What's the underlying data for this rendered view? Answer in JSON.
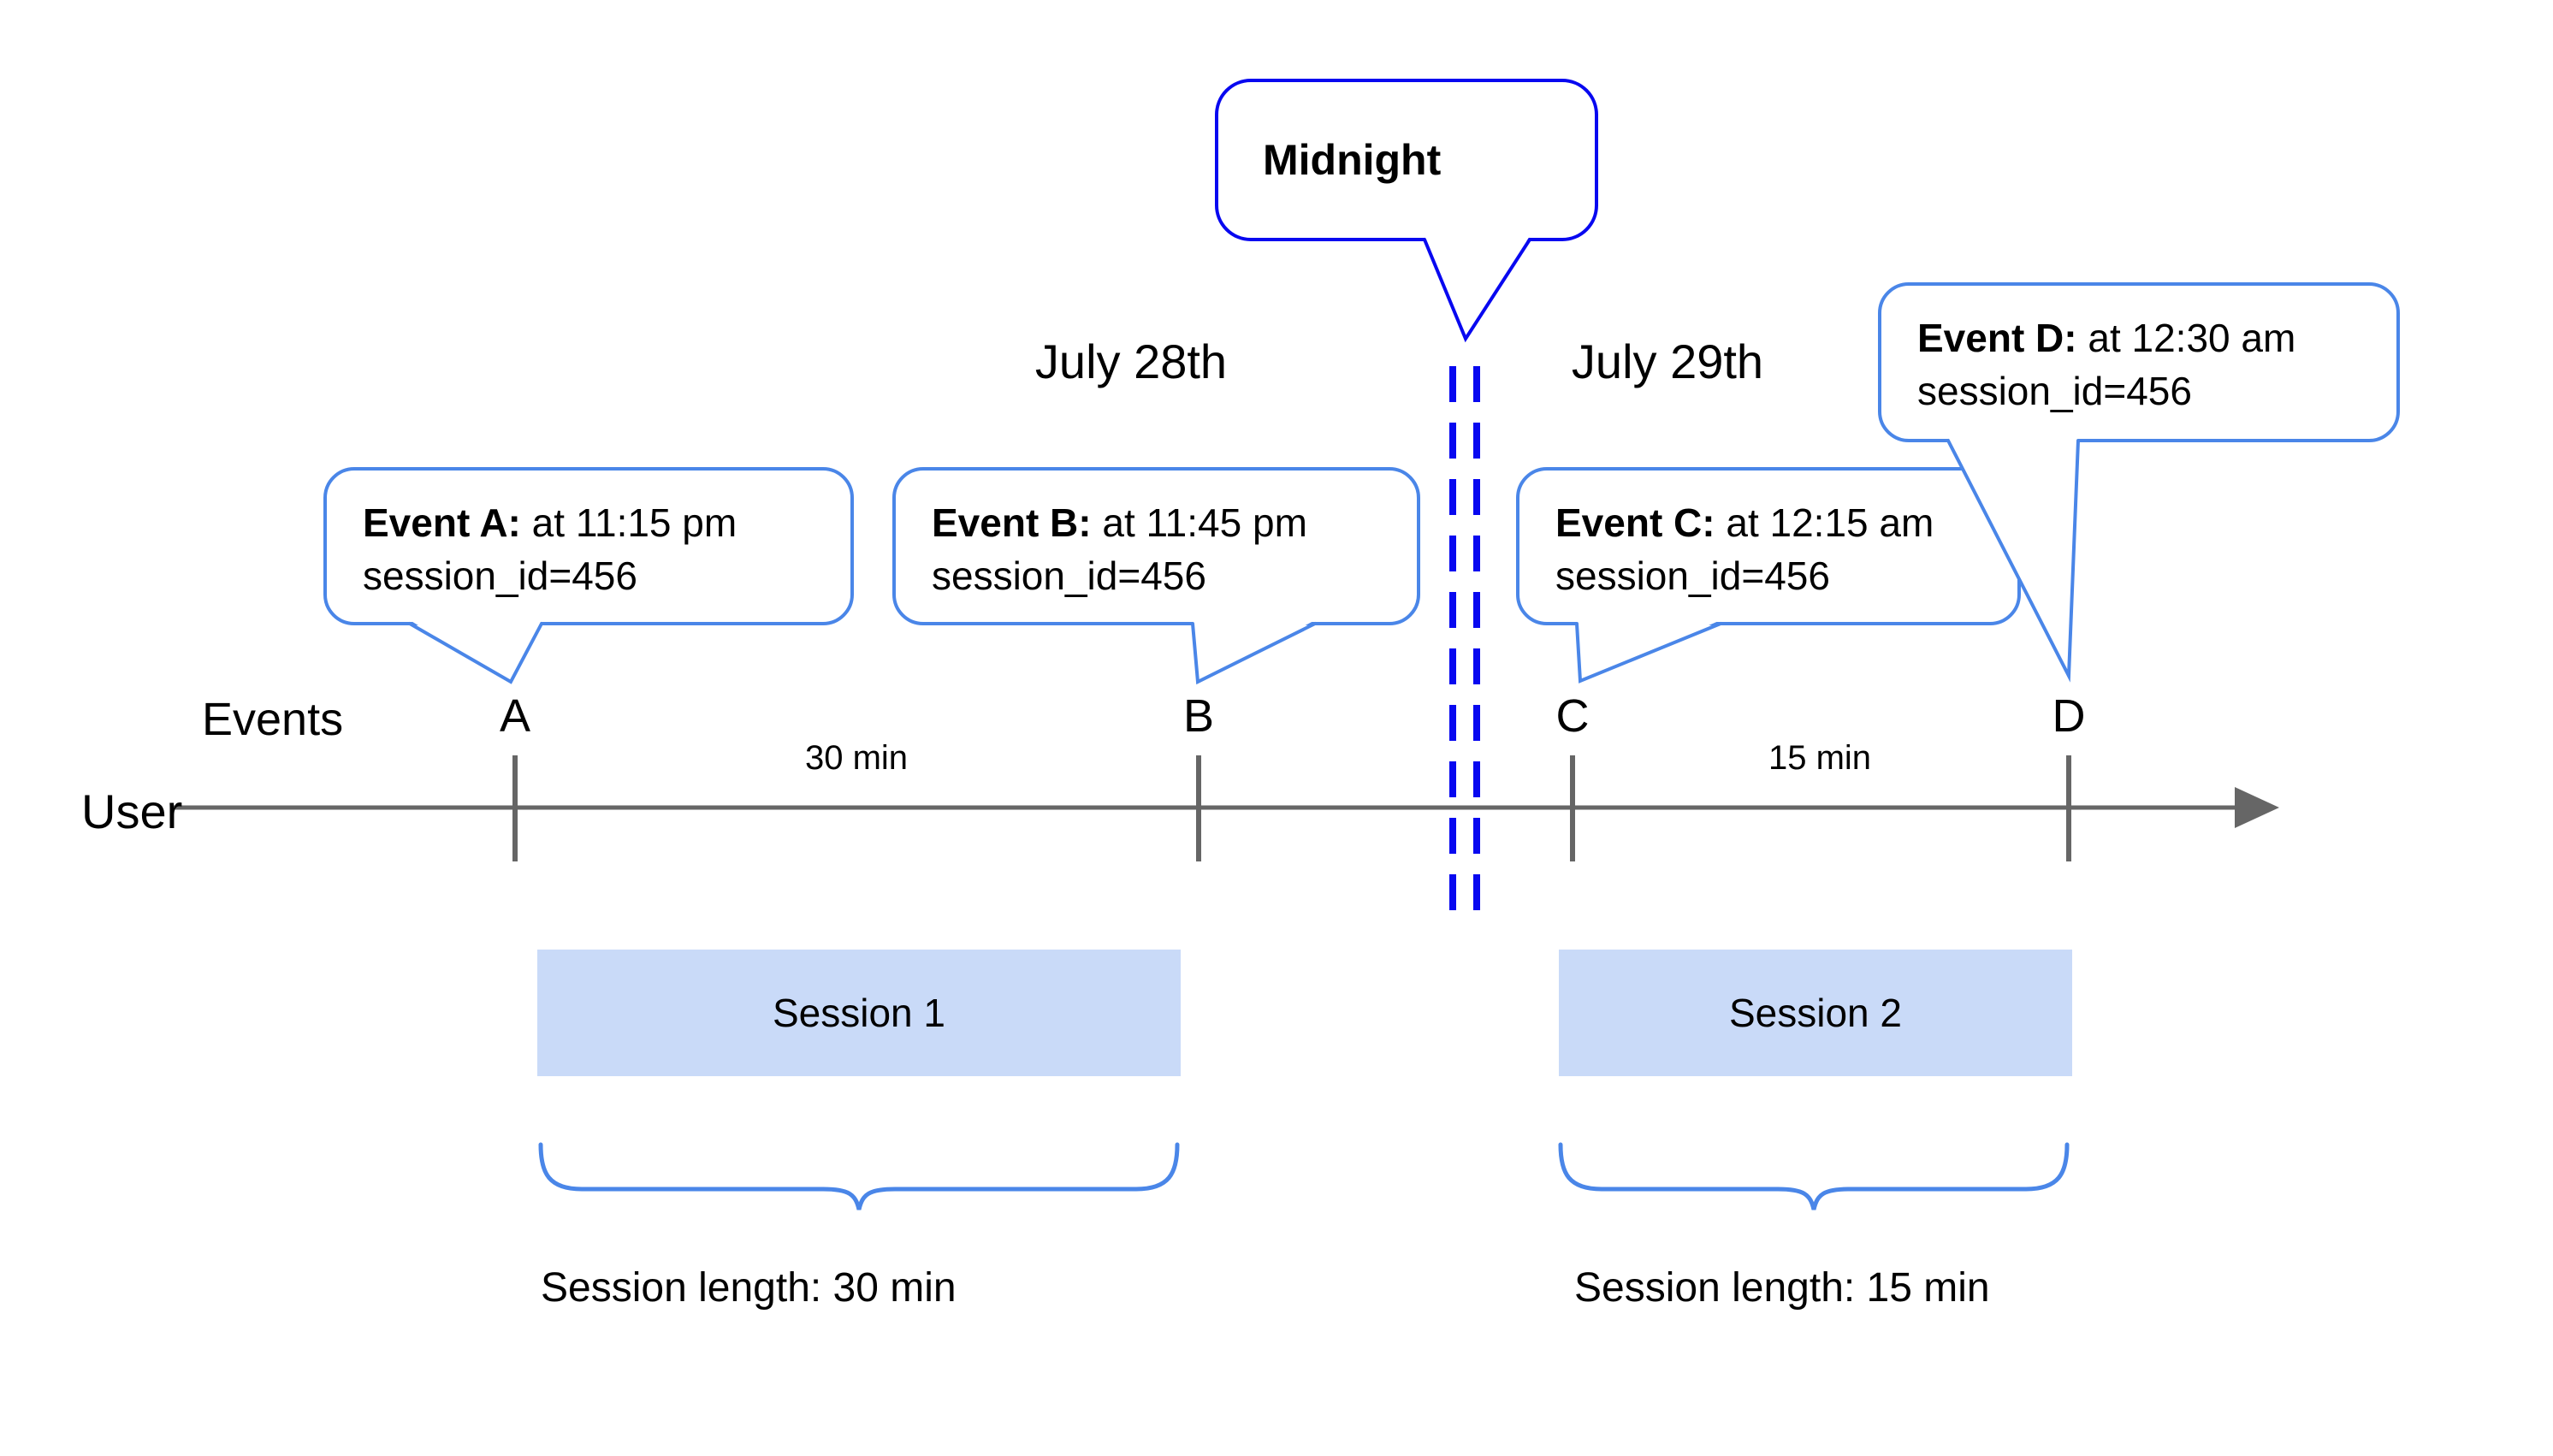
{
  "palette": {
    "accent": "#4a86e8",
    "pure_blue": "#0808f0",
    "line_gray": "#666666",
    "session_fill": "#c9daf8",
    "text": "#000000"
  },
  "dates": {
    "left": "July 28th",
    "right": "July 29th"
  },
  "midnight": {
    "label": "Midnight"
  },
  "events": [
    {
      "name": "Event A:",
      "detail": " at 11:15 pm",
      "session": "session_id=456"
    },
    {
      "name": "Event B:",
      "detail": " at 11:45 pm",
      "session": "session_id=456"
    },
    {
      "name": "Event C:",
      "detail": " at 12:15 am",
      "session": "session_id=456"
    },
    {
      "name": "Event D:",
      "detail": " at 12:30 am",
      "session": "session_id=456"
    }
  ],
  "timeline": {
    "events_label": "Events",
    "user_label": "User",
    "tick_labels": [
      "A",
      "B",
      "C",
      "D"
    ],
    "interval_labels": [
      "30 min",
      "15 min"
    ]
  },
  "sessions": [
    {
      "label": "Session 1",
      "length": "Session length: 30 min"
    },
    {
      "label": "Session 2",
      "length": "Session length: 15 min"
    }
  ]
}
